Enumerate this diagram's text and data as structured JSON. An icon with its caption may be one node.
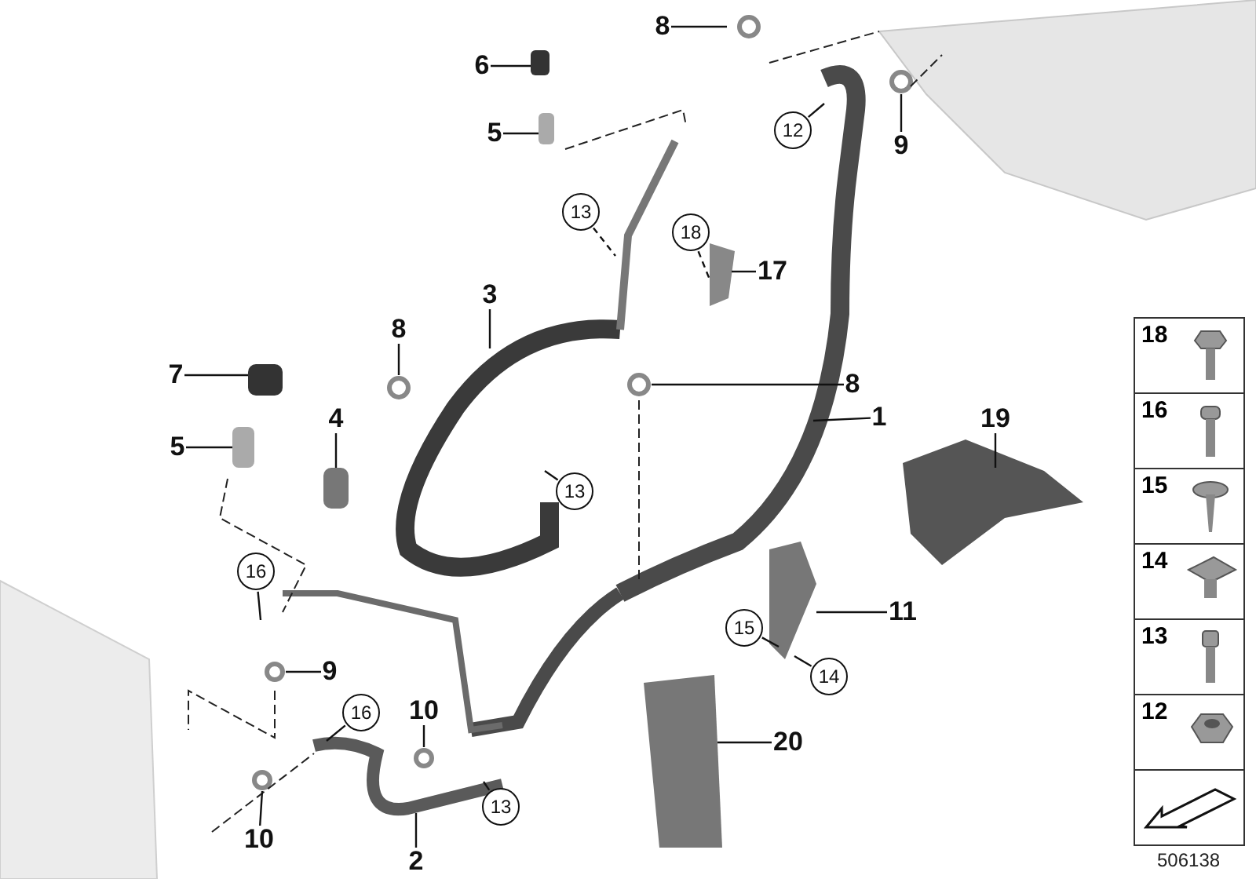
{
  "diagram": {
    "nodes": [
      {
        "text": [
          "8"
        ]
      },
      {
        "text": [
          "6"
        ]
      },
      {
        "text": [
          "12"
        ]
      },
      {
        "text": [
          "5"
        ]
      },
      {
        "text": [
          "9"
        ]
      },
      {
        "text": [
          "13"
        ]
      },
      {
        "text": [
          "18"
        ]
      },
      {
        "text": [
          "17"
        ]
      },
      {
        "text": [
          "3"
        ]
      },
      {
        "text": [
          "8"
        ]
      },
      {
        "text": [
          "7"
        ]
      },
      {
        "text": [
          "8"
        ]
      },
      {
        "text": [
          "1"
        ]
      },
      {
        "text": [
          "4"
        ]
      },
      {
        "text": [
          "19"
        ]
      },
      {
        "text": [
          "5"
        ]
      },
      {
        "text": [
          "13"
        ]
      },
      {
        "text": [
          "16"
        ]
      },
      {
        "text": [
          "11"
        ]
      },
      {
        "text": [
          "15"
        ]
      },
      {
        "text": [
          "9"
        ]
      },
      {
        "text": [
          "14"
        ]
      },
      {
        "text": [
          "16"
        ]
      },
      {
        "text": [
          "10"
        ]
      },
      {
        "text": [
          "20"
        ]
      },
      {
        "text": [
          "13"
        ]
      },
      {
        "text": [
          "10"
        ]
      },
      {
        "text": [
          "2"
        ]
      },
      {
        "text": [],
        "shape": "picture"
      },
      {
        "text": [],
        "shape": "picture"
      }
    ],
    "edges": [
      {
        "from": 0,
        "to": null,
        "arrow": "none"
      },
      {
        "from": 1,
        "to": null,
        "arrow": "none"
      },
      {
        "from": 2,
        "to": null,
        "arrow": "none"
      },
      {
        "from": 3,
        "to": null,
        "arrow": "none"
      },
      {
        "from": 4,
        "to": null,
        "arrow": "none"
      },
      {
        "from": 5,
        "to": null,
        "arrow": "none",
        "style": "dashed"
      },
      {
        "from": 6,
        "to": 28,
        "arrow": "none",
        "style": "dashed"
      },
      {
        "from": 7,
        "to": 28,
        "arrow": "none"
      },
      {
        "from": 8,
        "to": null,
        "arrow": "none"
      },
      {
        "from": 9,
        "to": null,
        "arrow": "none"
      },
      {
        "from": 10,
        "to": null,
        "arrow": "none"
      },
      {
        "from": 11,
        "to": null,
        "arrow": "none"
      },
      {
        "from": 12,
        "to": null,
        "arrow": "none"
      },
      {
        "from": 13,
        "to": null,
        "arrow": "none"
      },
      {
        "from": 14,
        "to": null,
        "arrow": "none"
      },
      {
        "from": 15,
        "to": null,
        "arrow": "none"
      },
      {
        "from": 16,
        "to": null,
        "arrow": "none"
      },
      {
        "from": 17,
        "to": null,
        "arrow": "none"
      },
      {
        "from": 18,
        "to": null,
        "arrow": "none"
      },
      {
        "from": 19,
        "to": null,
        "arrow": "none"
      },
      {
        "from": 20,
        "to": null,
        "arrow": "none"
      },
      {
        "from": 21,
        "to": null,
        "arrow": "none"
      },
      {
        "from": 22,
        "to": null,
        "arrow": "none"
      },
      {
        "from": 23,
        "to": null,
        "arrow": "none"
      },
      {
        "from": 24,
        "to": 29,
        "arrow": "none"
      },
      {
        "from": 25,
        "to": null,
        "arrow": "none"
      },
      {
        "from": 26,
        "to": null,
        "arrow": "none"
      },
      {
        "from": 27,
        "to": null,
        "arrow": "none"
      }
    ],
    "labels": [
      "18",
      "16",
      "15",
      "14",
      "13",
      "12",
      "506138"
    ]
  }
}
